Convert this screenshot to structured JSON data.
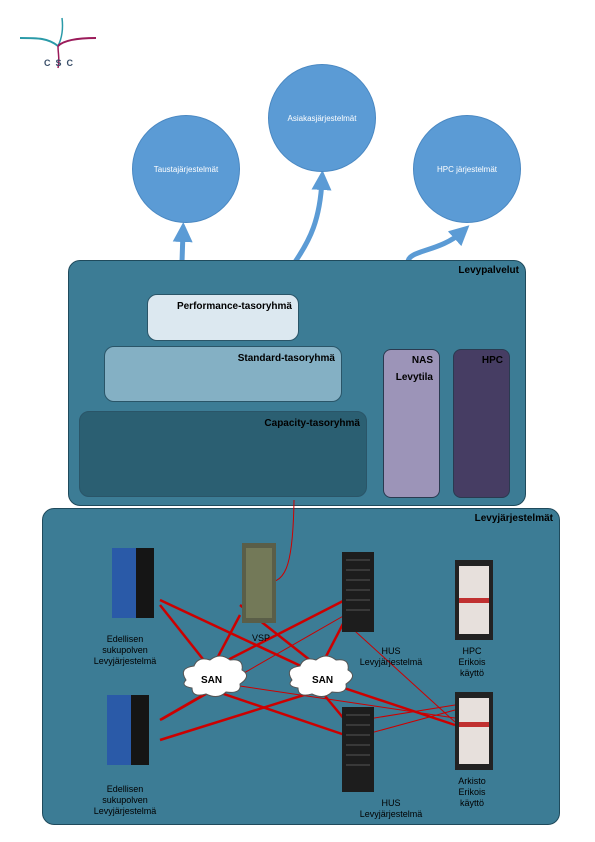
{
  "logo": {
    "text": "CSC"
  },
  "clients": [
    {
      "label": "Taustajärjestelmät"
    },
    {
      "label": "Asiakasjärjestelmät"
    },
    {
      "label": "HPC järjestelmät"
    }
  ],
  "services_panel": {
    "title": "Levypalvelut",
    "tiers": [
      {
        "label": "Performance-tasoryhmä"
      },
      {
        "label": "Standard-tasoryhmä"
      },
      {
        "label": "Capacity-tasoryhmä"
      }
    ],
    "nas": {
      "line1": "NAS",
      "line2": "Levytila"
    },
    "hpc": {
      "label": "HPC"
    }
  },
  "systems_panel": {
    "title": "Levyjärjestelmät",
    "storage": [
      {
        "lines": [
          "Edellisen",
          "sukupolven",
          "Levyjärjestelmä"
        ]
      },
      {
        "lines": [
          "VSP"
        ]
      },
      {
        "lines": [
          "HUS",
          "Levyjärjestelmä"
        ]
      },
      {
        "lines": [
          "HPC",
          "Erikois",
          "käyttö"
        ]
      },
      {
        "lines": [
          "Edellisen",
          "sukupolven",
          "Levyjärjestelmä"
        ]
      },
      {
        "lines": [
          "HUS",
          "Levyjärjestelmä"
        ]
      },
      {
        "lines": [
          "Arkisto",
          "Erikois",
          "käyttö"
        ]
      }
    ],
    "san": [
      {
        "label": "SAN"
      },
      {
        "label": "SAN"
      }
    ]
  },
  "colors": {
    "circle": "#5b9bd5",
    "panel": "#3c7c95",
    "performance": "#dce8f0",
    "standard": "#84b0c4",
    "capacity": "#2b5f72",
    "nas": "#9c94b8",
    "hpc": "#463d63",
    "san_link": "#cc0000"
  }
}
